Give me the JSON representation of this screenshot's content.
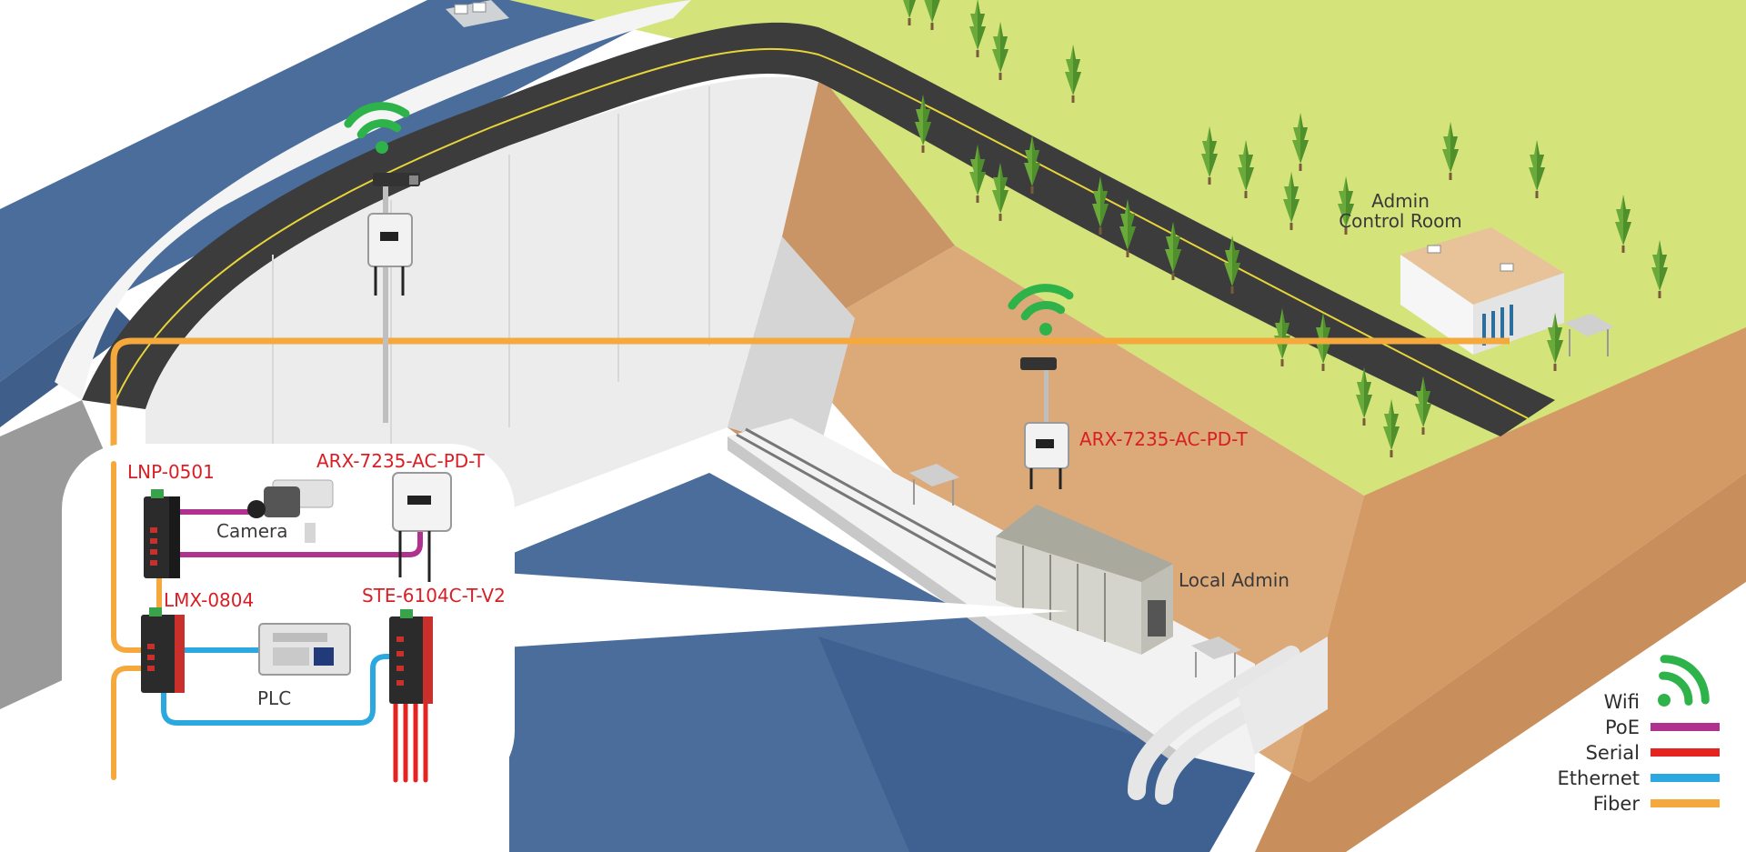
{
  "labels": {
    "admin_control_room": [
      "Admin",
      "Control Room"
    ],
    "local_admin": "Local Admin",
    "ap_outside": "ARX-7235-AC-PD-T",
    "inset_ap": "ARX-7235-AC-PD-T",
    "inset_switch_poe": "LNP-0501",
    "inset_switch_fiber": "LMX-0804",
    "inset_serial_server": "STE-6104C-T-V2",
    "inset_camera": "Camera",
    "inset_plc": "PLC"
  },
  "legend": [
    {
      "label": "Wifi",
      "type": "wifi",
      "color": "#2db34a"
    },
    {
      "label": "PoE",
      "type": "line",
      "color": "#b0328f"
    },
    {
      "label": "Serial",
      "type": "line",
      "color": "#e52421"
    },
    {
      "label": "Ethernet",
      "type": "line",
      "color": "#2ba8df"
    },
    {
      "label": "Fiber",
      "type": "line",
      "color": "#f5a93c"
    }
  ],
  "colors": {
    "water": "#4a6d9c",
    "grass": "#d4e37a",
    "earth": "#d9a877",
    "road": "#3c3c3c",
    "concrete": "#e6e6e6",
    "red_label": "#d81f26"
  }
}
